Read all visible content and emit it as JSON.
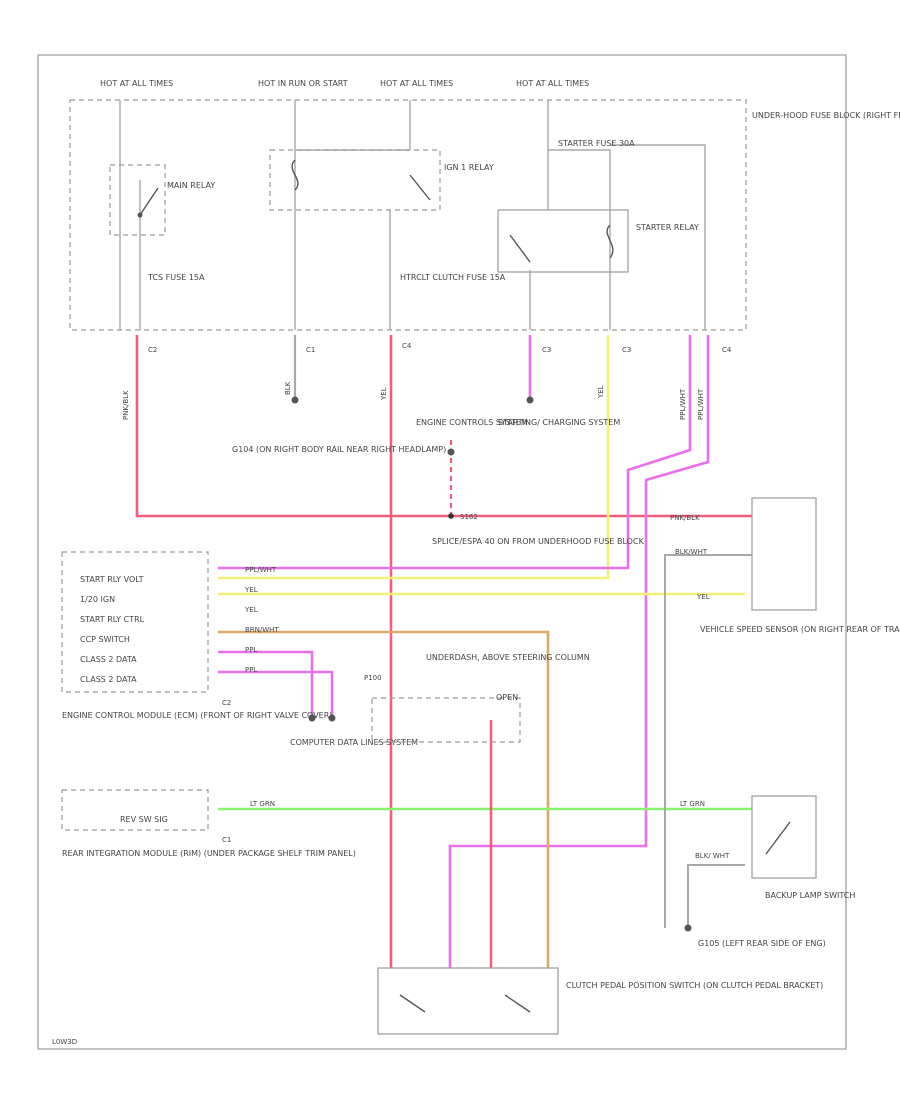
{
  "colors": {
    "frame": "#9a9a9a",
    "pink_red": "#ef5f7a",
    "violet": "#e870e8",
    "yellow": "#f4f07a",
    "orange_tan": "#d9a86a",
    "green": "#8ef070",
    "gray": "#a8a8a8"
  },
  "fuse_block": {
    "label": "UNDER-HOOD FUSE BLOCK (RIGHT FRONT OF ENG COMPT)",
    "hot_1": "HOT AT ALL TIMES",
    "hot_2": "HOT IN RUN OR START",
    "hot_3": "HOT AT ALL TIMES",
    "hot_4": "HOT AT ALL TIMES",
    "main_relay": "MAIN RELAY",
    "ign1_relay": "IGN 1 RELAY",
    "starter_relay": "STARTER RELAY",
    "fuse_1": "TCS FUSE 15A",
    "fuse_2": "HTRCLT CLUTCH FUSE 15A",
    "fuse_3": "STARTER FUSE 30A",
    "pins": [
      "C2",
      "C1",
      "C4",
      "C3",
      "C3",
      "C4"
    ]
  },
  "ground_g104": "G104 (ON RIGHT BODY RAIL NEAR RIGHT HEADLAMP)",
  "ecm_system": "ENGINE CONTROLS SYSTEM",
  "starting_system": "STARTING/ CHARGING SYSTEM",
  "splice_note": "SPLICE/ESPA 40 ON FROM UNDERHOOD FUSE BLOCK",
  "splice_id": "S162",
  "ecm": {
    "pins": [
      "START RLY VOLT",
      "1/20 IGN",
      "START RLY CTRL",
      "CCP SWITCH",
      "CLASS 2 DATA",
      "CLASS 2 DATA"
    ],
    "connector": "C2",
    "label": "ENGINE CONTROL MODULE (ECM) (FRONT OF RIGHT VALVE COVER)"
  },
  "data_lines": "COMPUTER DATA LINES SYSTEM",
  "vss": {
    "label": "VEHICLE SPEED SENSOR (ON RIGHT REAR OF TRANSMISSION)",
    "wires": [
      "PNK/BLK",
      "BLK/WHT",
      "YEL"
    ]
  },
  "under_dash": {
    "label": "UNDERDASH, ABOVE STEERING COLUMN",
    "open": "OPEN",
    "conn": "P100"
  },
  "rim": {
    "pin": "REV SW SIG",
    "connector": "C1",
    "label": "REAR INTEGRATION MODULE (RIM) (UNDER PACKAGE SHELF TRIM PANEL)"
  },
  "backup": {
    "label": "BACKUP LAMP SWITCH",
    "wire": "BLK/ WHT"
  },
  "ground_g105": "G105 (LEFT REAR SIDE OF ENG)",
  "clutch": {
    "label": "CLUTCH PEDAL POSITION SWITCH (ON CLUTCH PEDAL BRACKET)"
  },
  "wires": {
    "w1": "PNK/BLK",
    "w2": "BLK",
    "w3": "YEL",
    "w4": "YEL",
    "w5": "PPL/WHT",
    "w6": "PPL/WHT",
    "ecm_1": "PPL/WHT",
    "ecm_2": "YEL",
    "ecm_3": "YEL",
    "ecm_4": "BRN/WHT",
    "ecm_5": "PPL",
    "ecm_6": "PPL",
    "rim_wire": "LT GRN",
    "green_right": "LT GRN"
  },
  "footer_id": "L0W3D"
}
